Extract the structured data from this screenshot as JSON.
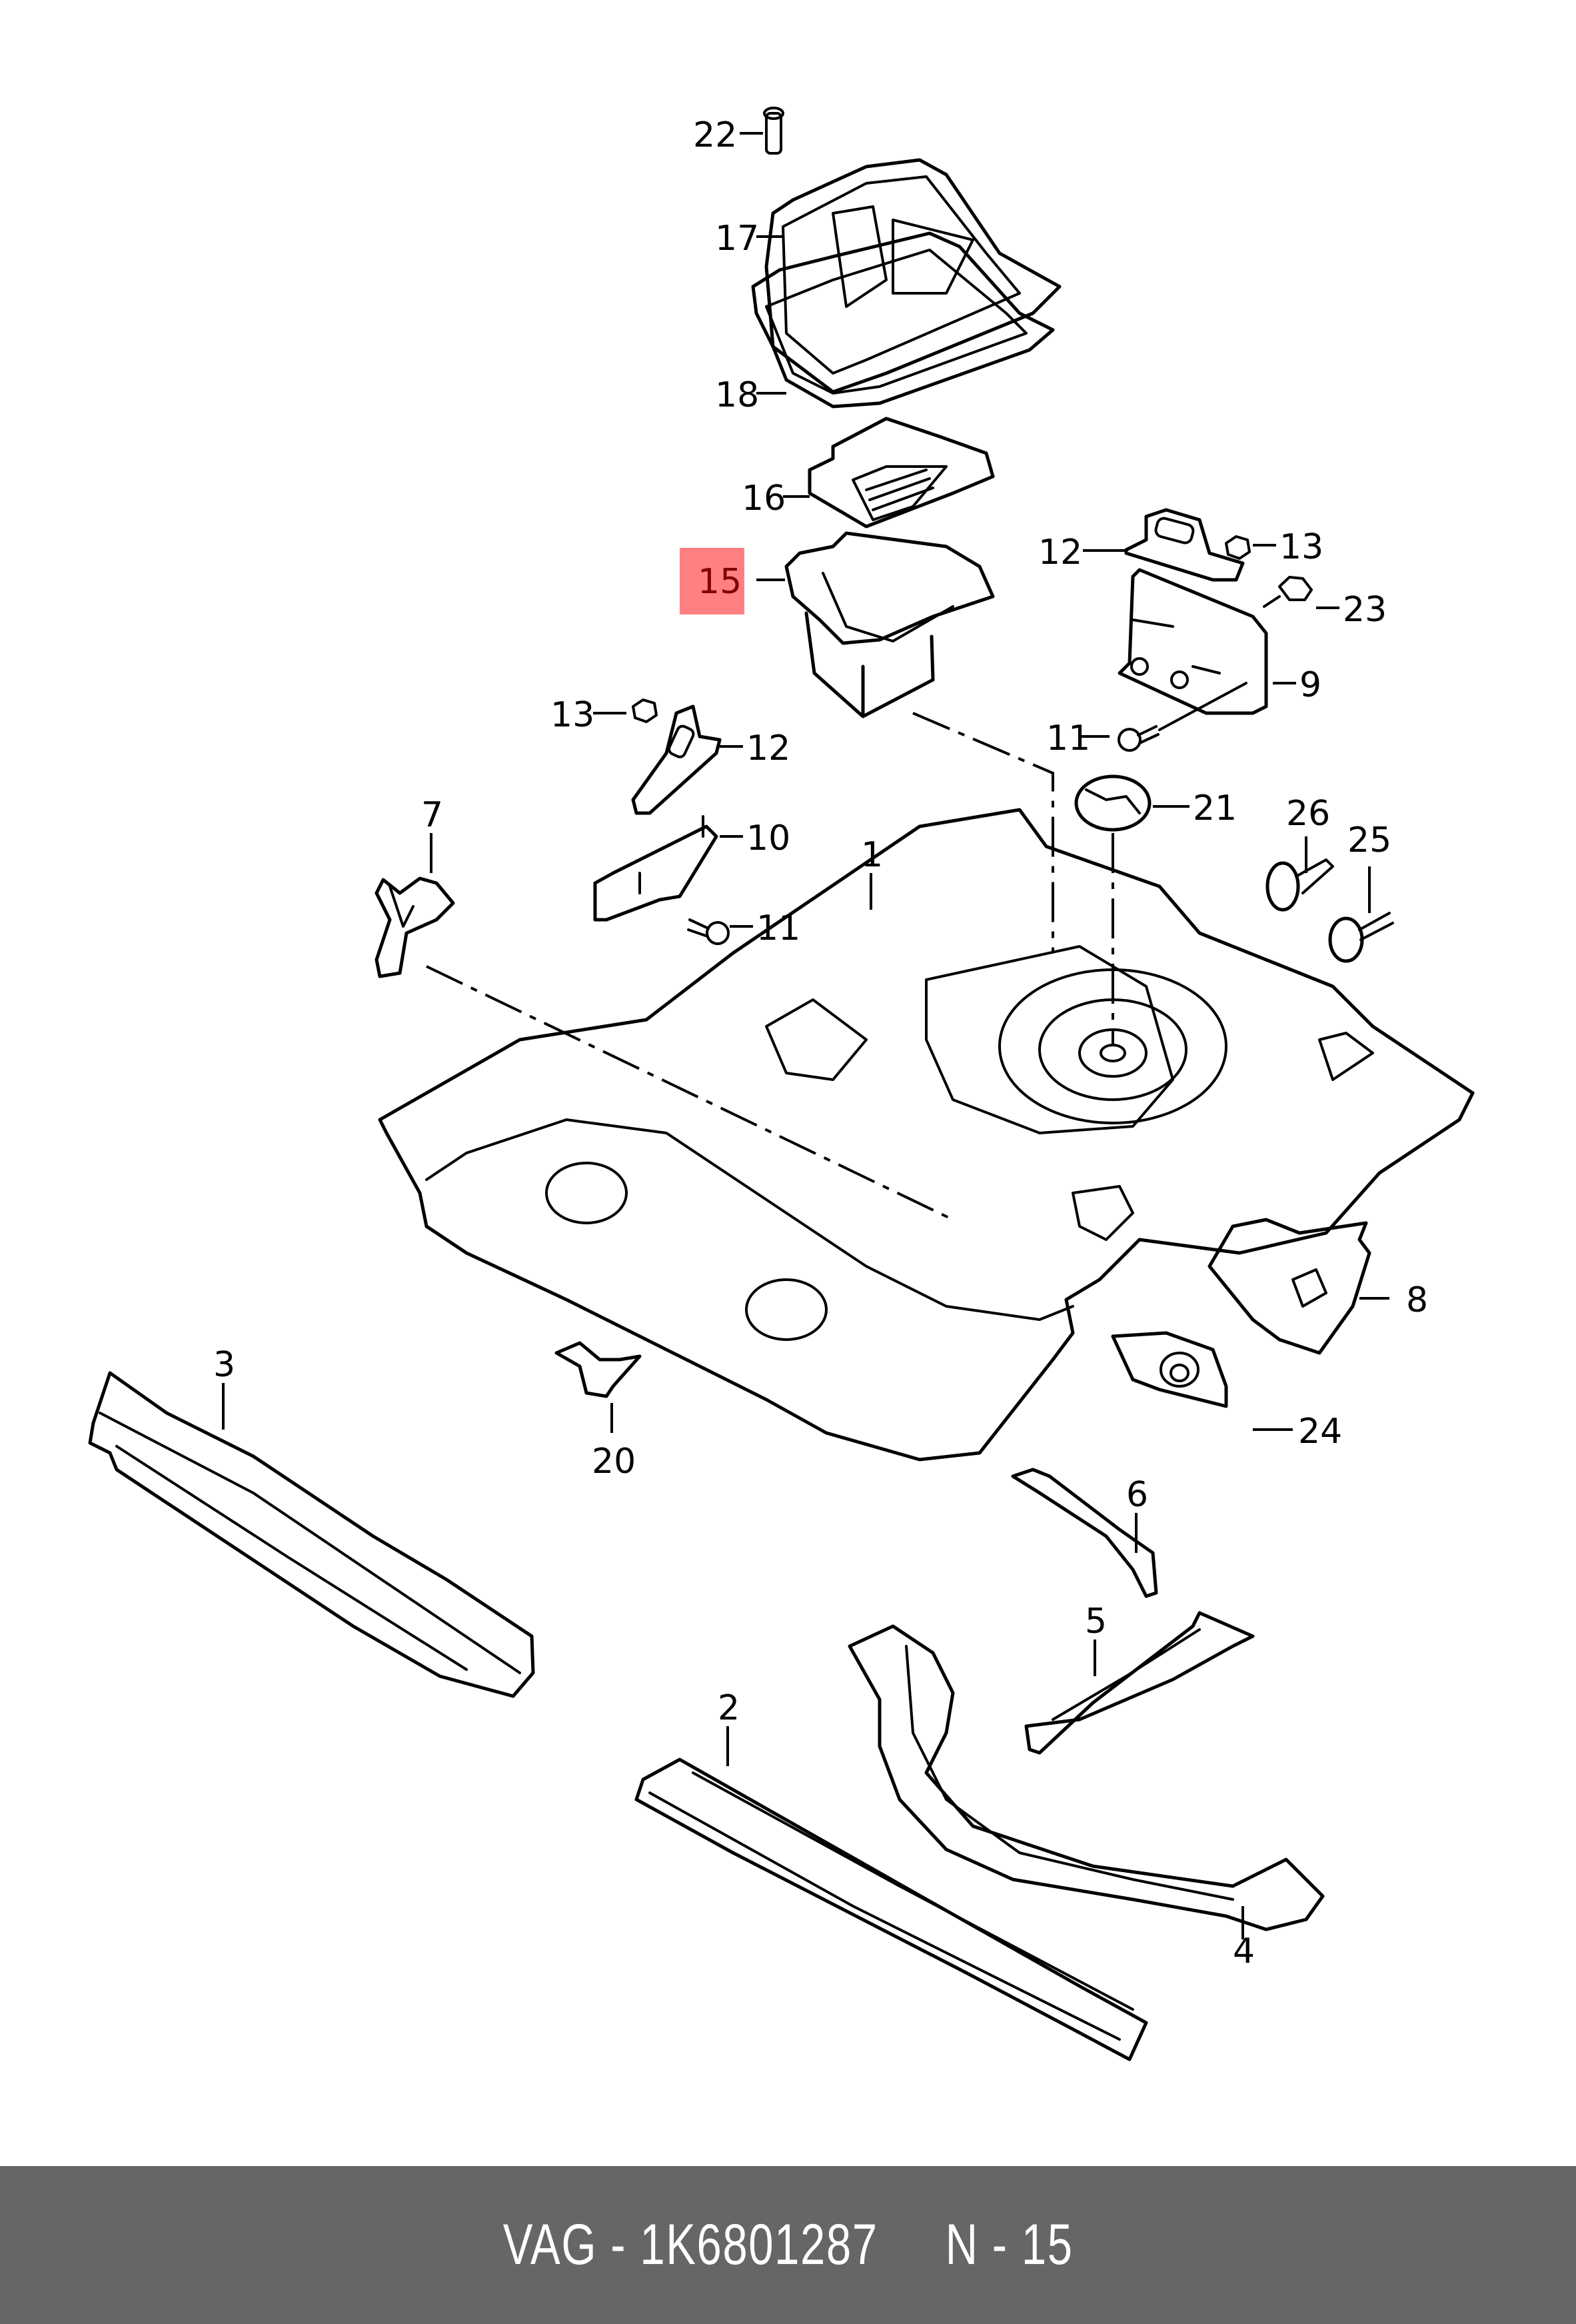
{
  "diagram": {
    "title": "Floor panel / spare wheel well assembly (exploded view)",
    "highlight_color": "#ff8080",
    "highlight_text_color": "#800000",
    "highlighted_callout": "15",
    "callouts": [
      {
        "id": "c1",
        "text": "1"
      },
      {
        "id": "c2",
        "text": "2"
      },
      {
        "id": "c3",
        "text": "3"
      },
      {
        "id": "c4",
        "text": "4"
      },
      {
        "id": "c5",
        "text": "5"
      },
      {
        "id": "c6",
        "text": "6"
      },
      {
        "id": "c7",
        "text": "7"
      },
      {
        "id": "c8",
        "text": "8"
      },
      {
        "id": "c9",
        "text": "9"
      },
      {
        "id": "c10",
        "text": "10"
      },
      {
        "id": "c11a",
        "text": "11"
      },
      {
        "id": "c11b",
        "text": "11"
      },
      {
        "id": "c12a",
        "text": "12"
      },
      {
        "id": "c12b",
        "text": "12"
      },
      {
        "id": "c13a",
        "text": "13"
      },
      {
        "id": "c13b",
        "text": "13"
      },
      {
        "id": "c15",
        "text": "15"
      },
      {
        "id": "c16",
        "text": "16"
      },
      {
        "id": "c17",
        "text": "17"
      },
      {
        "id": "c18",
        "text": "18"
      },
      {
        "id": "c20",
        "text": "20"
      },
      {
        "id": "c21",
        "text": "21"
      },
      {
        "id": "c22",
        "text": "22"
      },
      {
        "id": "c23",
        "text": "23"
      },
      {
        "id": "c24",
        "text": "24"
      },
      {
        "id": "c25",
        "text": "25"
      },
      {
        "id": "c26",
        "text": "26"
      }
    ]
  },
  "footer": {
    "brand": "VAG",
    "separator": "-",
    "part_number": "1K6801287",
    "page_prefix": "N",
    "page_number": "15",
    "text": "VAG - 1K6801287     N - 15"
  }
}
